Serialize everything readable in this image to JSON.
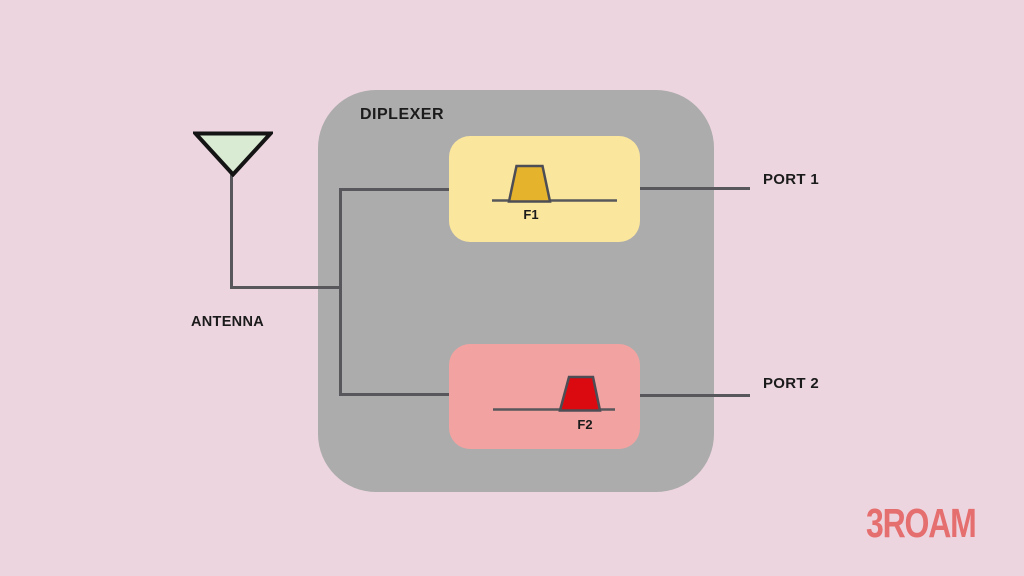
{
  "labels": {
    "diplexer": "DIPLEXER",
    "antenna": "ANTENNA",
    "port1": "PORT 1",
    "port2": "PORT 2",
    "filter1": "F1",
    "filter2": "F2"
  },
  "watermark": "3ROAM",
  "icons": {
    "antenna": "antenna-triangle-icon",
    "filter1": "bandpass-low-band-response-icon",
    "filter2": "bandpass-high-band-response-icon"
  },
  "colors": {
    "background": "#edd5df",
    "diplexer_box": "#acacac",
    "filter1_box": "#fbe69e",
    "filter1_shape": "#e6b42c",
    "filter2_box": "#f2a3a1",
    "filter2_shape": "#da0a10",
    "shape_stroke": "#4d4d55",
    "line": "#58585c",
    "antenna_fill": "#d9ecd3",
    "antenna_stroke": "#141414",
    "text": "#1b1b1b",
    "watermark": "#e56e6e"
  }
}
